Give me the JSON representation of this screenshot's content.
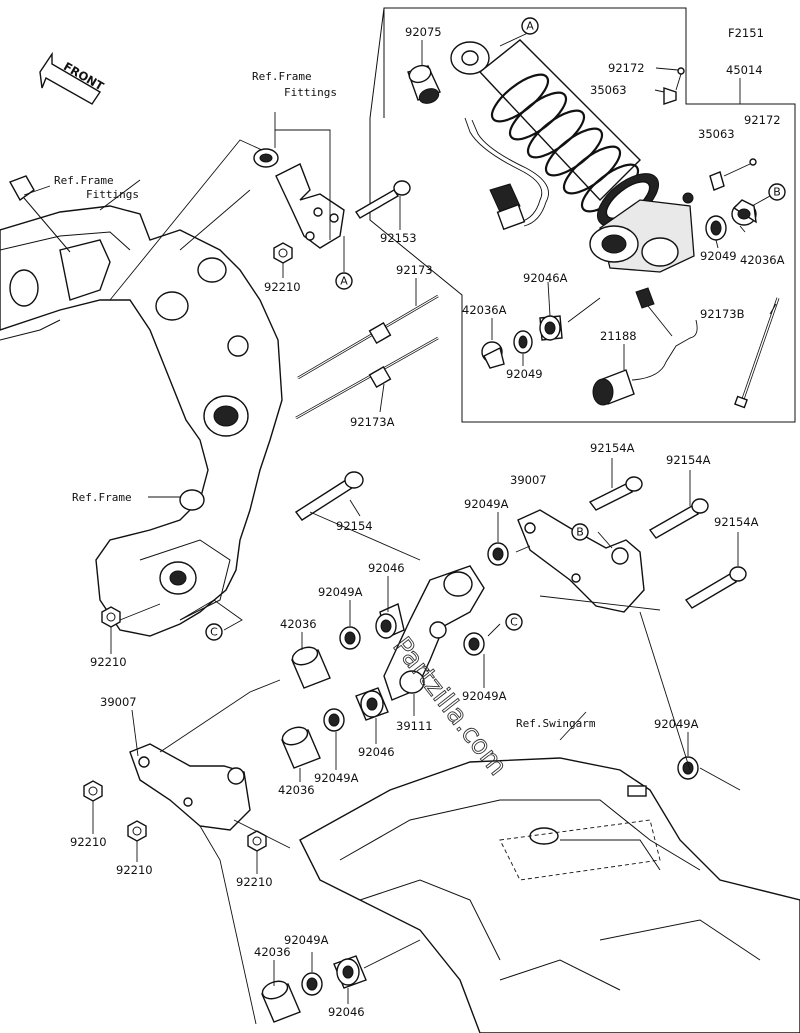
{
  "diagram": {
    "code": "F2151",
    "front_label": "FRONT",
    "watermark": "Partzilla.com",
    "ref_labels": {
      "frame_fittings_1a": "Ref.Frame",
      "frame_fittings_1b": "Fittings",
      "frame_fittings_2a": "Ref.Frame",
      "frame_fittings_2b": "Fittings",
      "frame": "Ref.Frame",
      "swingarm": "Ref.Swingarm"
    },
    "callouts": {
      "a": "A",
      "b": "B",
      "c": "C"
    },
    "parts": {
      "p92075": "92075",
      "p92172_a": "92172",
      "p45014": "45014",
      "p35063_a": "35063",
      "p92172_b": "92172",
      "p35063_b": "35063",
      "p92153": "92153",
      "p92210_top": "92210",
      "p92173": "92173",
      "p92173a": "92173A",
      "p42036a": "42036A",
      "p92049_left": "92049",
      "p92046a": "92046A",
      "p21188": "21188",
      "p92049_right": "92049",
      "p42036a_right": "42036A",
      "p92173b": "92173B",
      "p92154": "92154",
      "p92154a_1": "92154A",
      "p92154a_2": "92154A",
      "p92154a_3": "92154A",
      "p39007_top": "39007",
      "p92049a_1": "92049A",
      "p92046_1": "92046",
      "p92049a_2": "92049A",
      "p42036_1": "42036",
      "p92210_left": "92210",
      "p92049a_3": "92049A",
      "p39111": "39111",
      "p92046_2": "92046",
      "p92049a_4": "92049A",
      "p42036_2": "42036",
      "p39007_bottom": "39007",
      "p92210_b1": "92210",
      "p92210_b2": "92210",
      "p92210_b3": "92210",
      "p92049a_5": "92049A",
      "p92049a_6": "92049A",
      "p42036_3": "42036",
      "p92046_3": "92046"
    }
  }
}
